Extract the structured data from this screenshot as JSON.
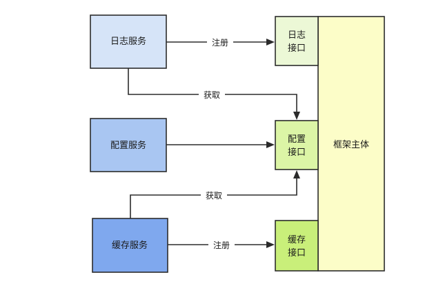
{
  "nodes": {
    "log_service": "日志服务",
    "config_service": "配置服务",
    "cache_service": "缓存服务",
    "log_interface": [
      "日志",
      "接口"
    ],
    "config_interface": [
      "配置",
      "接口"
    ],
    "cache_interface": [
      "缓存",
      "接口"
    ],
    "framework_main": "框架主体"
  },
  "edges": {
    "log_register": "注册",
    "log_get": "获取",
    "cache_get": "获取",
    "cache_register": "注册"
  },
  "colors": {
    "log_service": "#d6e4f8",
    "config_service": "#a9c6f2",
    "cache_service": "#7fa8ee",
    "log_interface": "#ecf8d6",
    "config_interface": "#dcf5a6",
    "cache_interface": "#c9ef7a",
    "framework_main": "#fcfdc8"
  }
}
